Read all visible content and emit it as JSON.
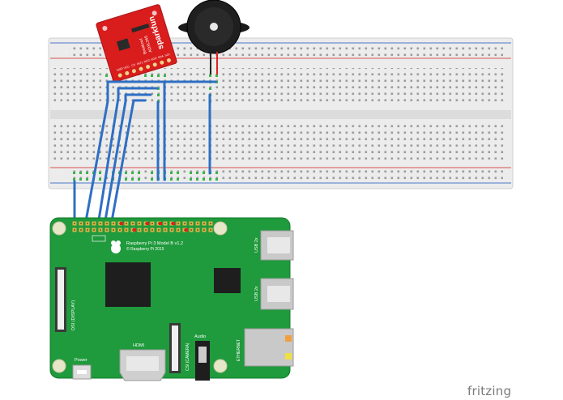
{
  "sensor": {
    "brand": "sparkfun",
    "line1": "ADXL345",
    "line2": "Breakout",
    "pins": [
      "GND",
      "VCC",
      "CS",
      "INT1",
      "INT2",
      "SDO",
      "SDA",
      "SCL"
    ]
  },
  "pi": {
    "model": "Raspberry Pi 3 Model B v1.2",
    "copyright": "© Raspberry Pi 2015",
    "usb_top": "USB 2x",
    "usb_bottom": "USB 2x",
    "display": "DSI (DISPLAY)",
    "hdmi": "HDMI",
    "camera": "CSI (CAMERA)",
    "audio": "Audio",
    "ethernet": "ETHERNET",
    "power": "Power"
  },
  "watermark": "fritzing",
  "colors": {
    "wire": "#2f6fc4",
    "pcb": "#1f9a3c",
    "sensor_board": "#d91d1d",
    "breadboard": "#eeeeee",
    "rail_red": "#d9534f",
    "rail_blue": "#4a78c9"
  }
}
